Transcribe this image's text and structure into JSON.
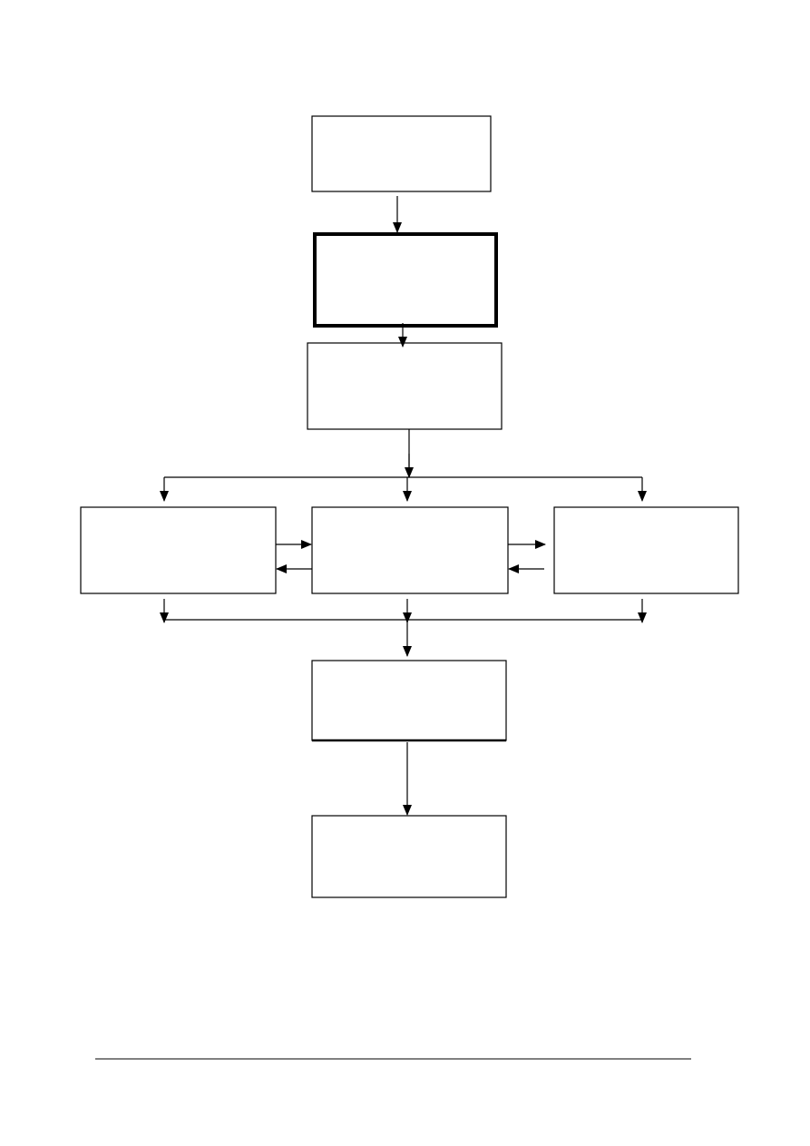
{
  "diagram": {
    "type": "flowchart",
    "stroke_color": "#000000",
    "background_color": "#ffffff",
    "nodes": [
      {
        "id": "n1",
        "label": ""
      },
      {
        "id": "n2",
        "label": "",
        "emphasis": "bold-border"
      },
      {
        "id": "n3",
        "label": ""
      },
      {
        "id": "n4",
        "label": ""
      },
      {
        "id": "n5",
        "label": ""
      },
      {
        "id": "n6",
        "label": ""
      },
      {
        "id": "n7",
        "label": ""
      },
      {
        "id": "n8",
        "label": ""
      }
    ],
    "edges": [
      {
        "from": "n1",
        "to": "n2"
      },
      {
        "from": "n2",
        "to": "n3"
      },
      {
        "from": "n3",
        "to": "n4"
      },
      {
        "from": "n3",
        "to": "n5"
      },
      {
        "from": "n3",
        "to": "n6"
      },
      {
        "from": "n4",
        "to": "n5"
      },
      {
        "from": "n5",
        "to": "n4"
      },
      {
        "from": "n5",
        "to": "n6"
      },
      {
        "from": "n6",
        "to": "n5"
      },
      {
        "from": "n4",
        "to": "n7"
      },
      {
        "from": "n5",
        "to": "n7"
      },
      {
        "from": "n6",
        "to": "n7"
      },
      {
        "from": "n7",
        "to": "n8"
      }
    ]
  }
}
